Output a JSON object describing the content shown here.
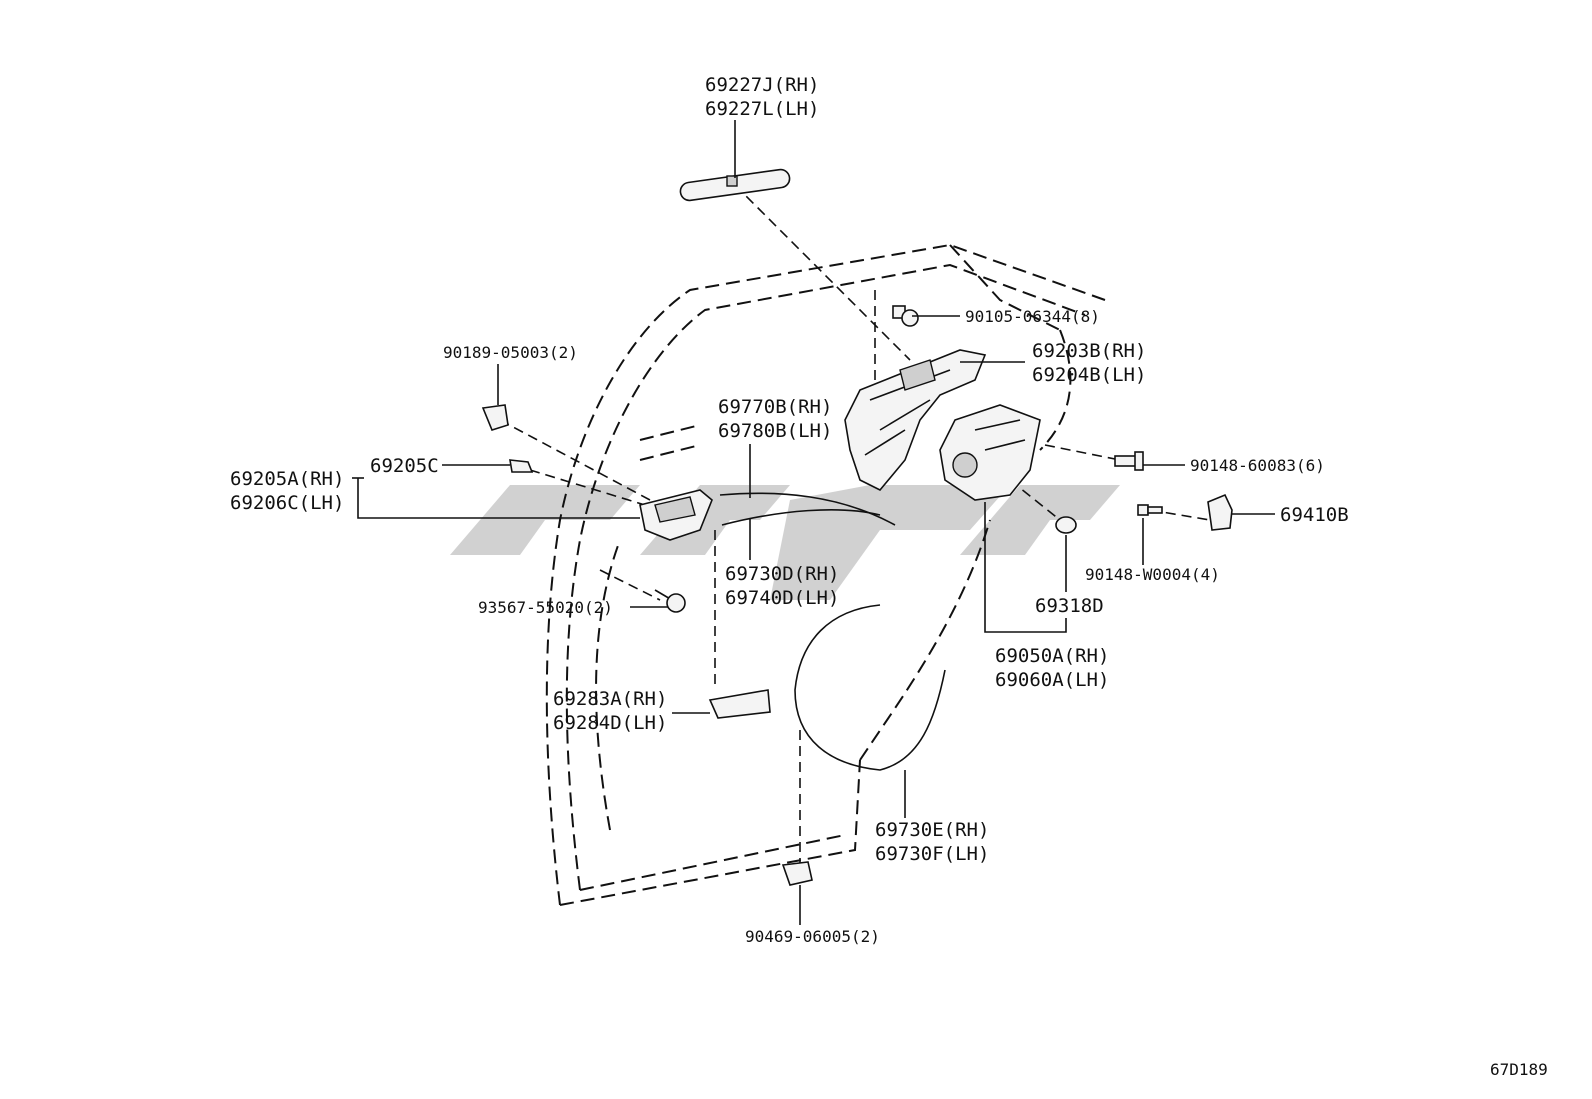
{
  "diagram_id": "67D189",
  "labels": {
    "l_69227": [
      "69227J(RH)",
      "69227L(LH)"
    ],
    "l_90105": [
      "90105-06344(8)"
    ],
    "l_69203": [
      "69203B(RH)",
      "69204B(LH)"
    ],
    "l_90189": [
      "90189-05003(2)"
    ],
    "l_69770": [
      "69770B(RH)",
      "69780B(LH)"
    ],
    "l_69205c": [
      "69205C"
    ],
    "l_69205": [
      "69205A(RH)",
      "69206C(LH)"
    ],
    "l_90148a": [
      "90148-60083(6)"
    ],
    "l_69410": [
      "69410B"
    ],
    "l_90148b": [
      "90148-W0004(4)"
    ],
    "l_69730d": [
      "69730D(RH)",
      "69740D(LH)"
    ],
    "l_93567": [
      "93567-55020(2)"
    ],
    "l_69318": [
      "69318D"
    ],
    "l_69050": [
      "69050A(RH)",
      "69060A(LH)"
    ],
    "l_69283": [
      "69283A(RH)",
      "69284D(LH)"
    ],
    "l_69730e": [
      "69730E(RH)",
      "69730F(LH)"
    ],
    "l_90469": [
      "90469-06005(2)"
    ]
  }
}
